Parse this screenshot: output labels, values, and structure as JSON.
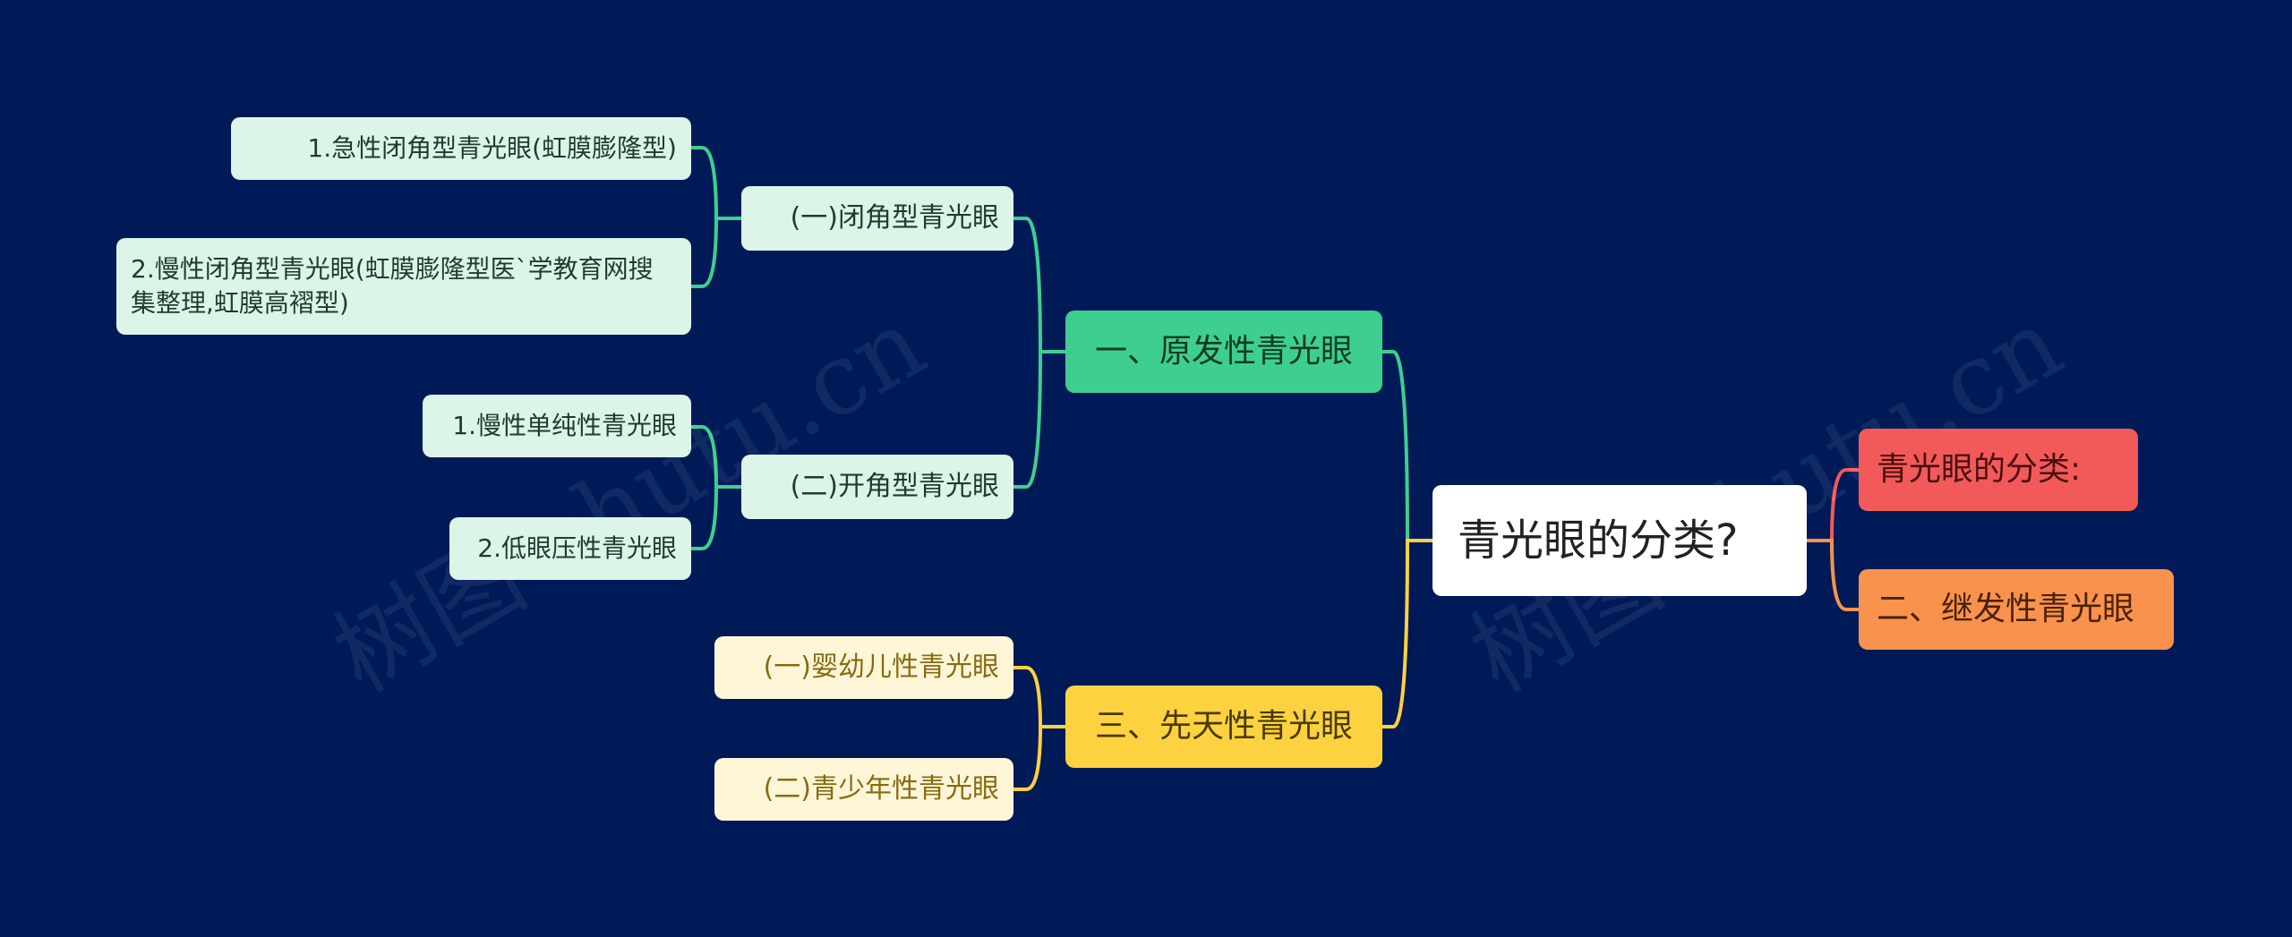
{
  "colors": {
    "background": "#001a58",
    "green_link": "#3ecf8e",
    "yellow_link": "#fdd240",
    "red_link": "#f25a5a",
    "orange_link": "#f9924d"
  },
  "mindmap": {
    "root": "青光眼的分类?",
    "right": {
      "red": "青光眼的分类:",
      "orange": "二、继发性青光眼"
    },
    "primary": {
      "label": "一、原发性青光眼",
      "closed": {
        "label": "(一)闭角型青光眼",
        "leaf1": "1.急性闭角型青光眼(虹膜膨隆型)",
        "leaf2": "2.慢性闭角型青光眼(虹膜膨隆型医`学教育网搜集整理,虹膜高褶型)"
      },
      "open": {
        "label": "(二)开角型青光眼",
        "leaf1": "1.慢性单纯性青光眼",
        "leaf2": "2.低眼压性青光眼"
      }
    },
    "congenital": {
      "label": "三、先天性青光眼",
      "sub1": "(一)婴幼儿性青光眼",
      "sub2": "(二)青少年性青光眼"
    }
  },
  "watermarks": [
    "树图 shutu.cn",
    "树图 shutu.cn"
  ]
}
